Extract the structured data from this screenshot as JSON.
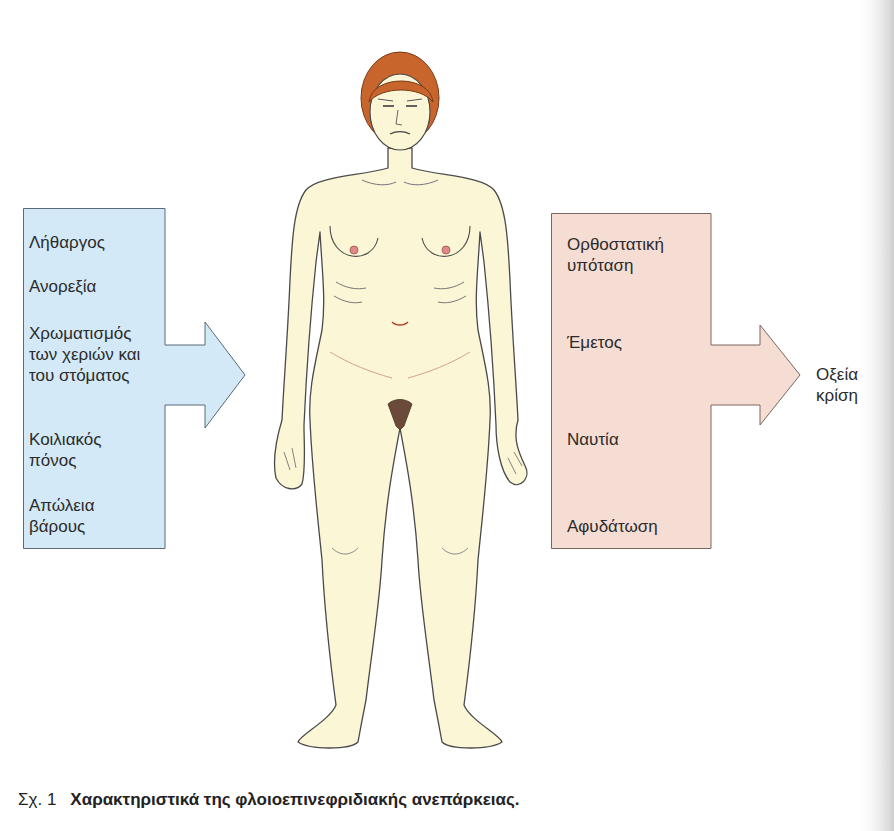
{
  "diagram": {
    "caption": "Χαρακτηριστικά της φλοιοεπινεφριδιακής ανεπάρκειας.",
    "nodes": [
      {
        "text": [
          "Λήθαργος",
          "Ανορεξία",
          "Χρωματισμός των χεριών και του στόματος",
          "Κοιλιακός πόνος",
          "Απώλεια βάρους"
        ]
      },
      {
        "text": [
          "Ορθοστατική υπόταση",
          "Έμετος",
          "Ναυτία",
          "Αφυδάτωση"
        ]
      }
    ],
    "labels": [
      "Οξεία κρίση",
      "Σχ. 1"
    ]
  }
}
